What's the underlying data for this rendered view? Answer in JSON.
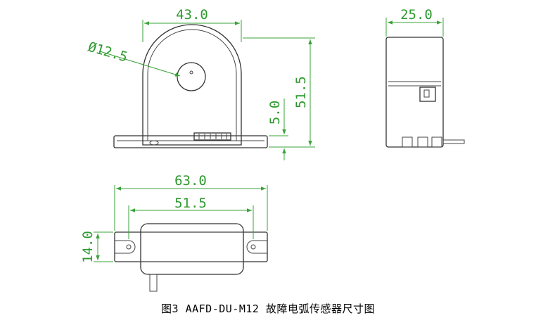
{
  "dimensions": {
    "front_width": "43.0",
    "hole_diameter": "Ø12.5",
    "front_height": "51.5",
    "base_height": "5.0",
    "side_depth": "25.0",
    "bottom_total_width": "63.0",
    "bottom_hole_spacing": "51.5",
    "bottom_height": "14.0"
  },
  "caption": "图3  AAFD-DU-M12 故障电弧传感器尺寸图",
  "colors": {
    "dimension": "#2f9a2f",
    "outline": "#333333"
  }
}
